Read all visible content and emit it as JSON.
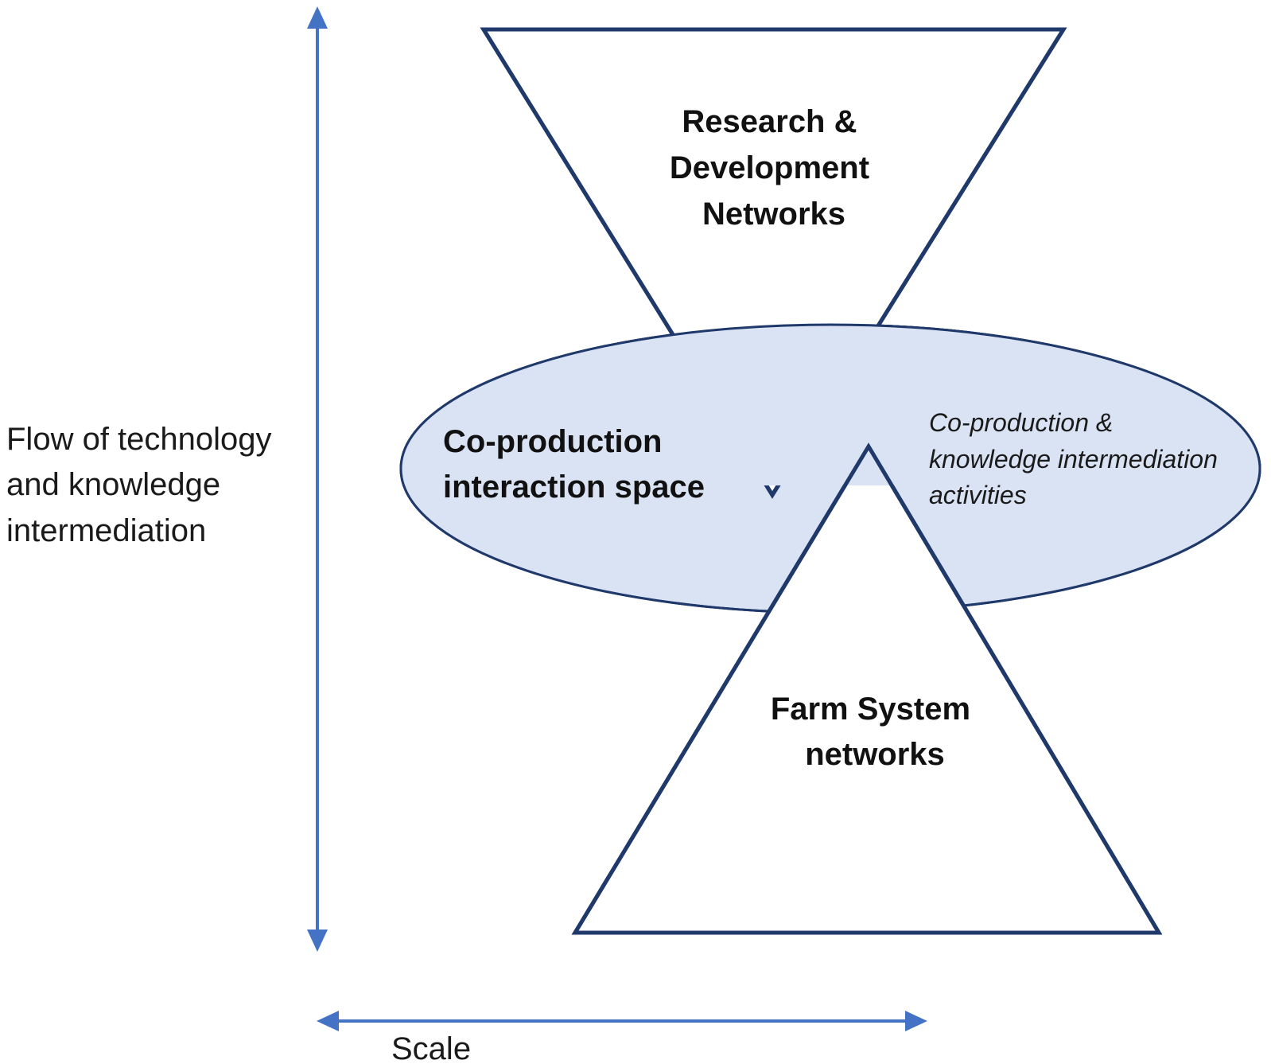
{
  "colors": {
    "stroke": "#20396b",
    "arrow": "#4472c4",
    "ellipse_fill": "#dae3f3",
    "background": "#ffffff"
  },
  "axes": {
    "vertical_label": [
      "Flow of technology",
      "and knowledge",
      "intermediation"
    ],
    "horizontal_label": "Scale"
  },
  "shapes": {
    "top_triangle": {
      "label": [
        "Research &",
        "Development",
        "Networks"
      ]
    },
    "bottom_triangle": {
      "label": [
        "Farm System",
        "networks"
      ]
    },
    "ellipse": {
      "label": [
        "Co-production",
        "interaction space"
      ],
      "activities": [
        "Co-production &",
        "knowledge intermediation",
        "activities"
      ]
    }
  }
}
